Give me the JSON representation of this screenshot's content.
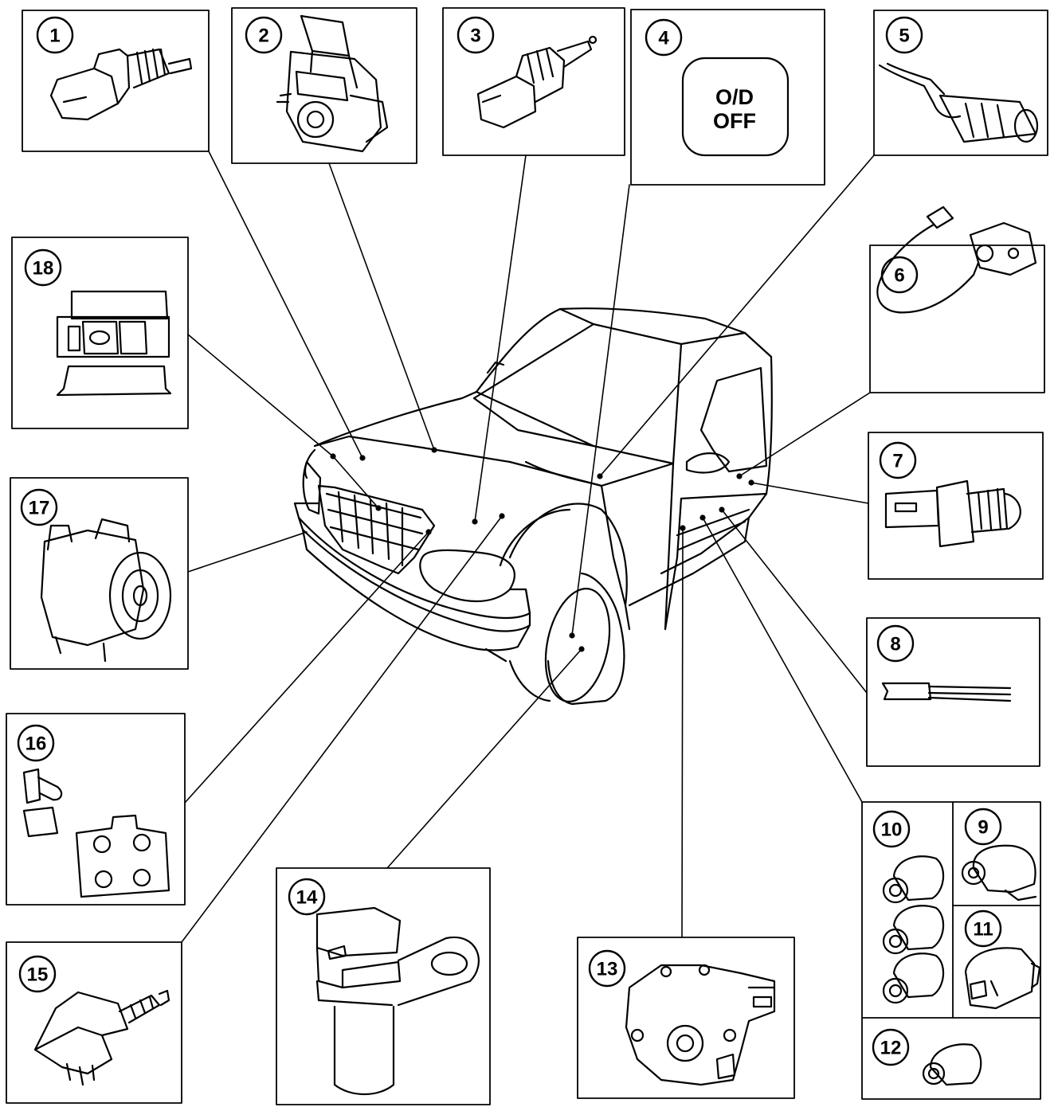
{
  "callouts": [
    "1",
    "2",
    "3",
    "4",
    "5",
    "6",
    "7",
    "8",
    "9",
    "10",
    "11",
    "12",
    "13",
    "14",
    "15",
    "16",
    "17",
    "18"
  ],
  "switch_text": {
    "line1": "O/D",
    "line2": "OFF"
  },
  "colors": {
    "ink": "#000000",
    "paper": "#ffffff"
  }
}
